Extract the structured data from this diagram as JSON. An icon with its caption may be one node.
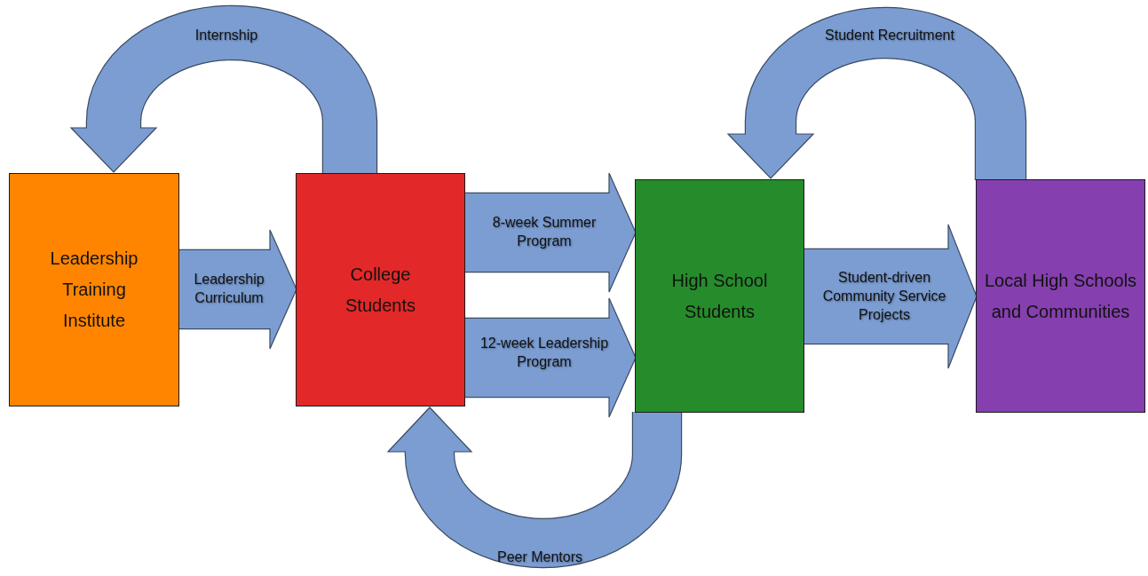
{
  "diagram": {
    "nodes": [
      {
        "text": [
          "Leadership Training Institute"
        ]
      },
      {
        "text": [
          "College Students"
        ]
      },
      {
        "text": [
          "High School Students"
        ]
      },
      {
        "text": [
          "Local High Schools and Communities"
        ]
      }
    ],
    "edges": [
      {
        "from": 1,
        "to": 0,
        "arrow": "to",
        "label": "Internship"
      },
      {
        "from": 3,
        "to": 2,
        "arrow": "to",
        "label": "Student Recruitment"
      },
      {
        "from": 0,
        "to": 1,
        "arrow": "to",
        "label": "Leadership Curriculum"
      },
      {
        "from": 1,
        "to": 2,
        "arrow": "to",
        "label": "8-week Summer Program"
      },
      {
        "from": 1,
        "to": 2,
        "arrow": "to",
        "label": "12-week Leadership Program"
      },
      {
        "from": 2,
        "to": 3,
        "arrow": "to",
        "label": "Student-driven Community Service Projects"
      },
      {
        "from": 2,
        "to": 1,
        "arrow": "to",
        "label": "Peer Mentors"
      }
    ]
  }
}
